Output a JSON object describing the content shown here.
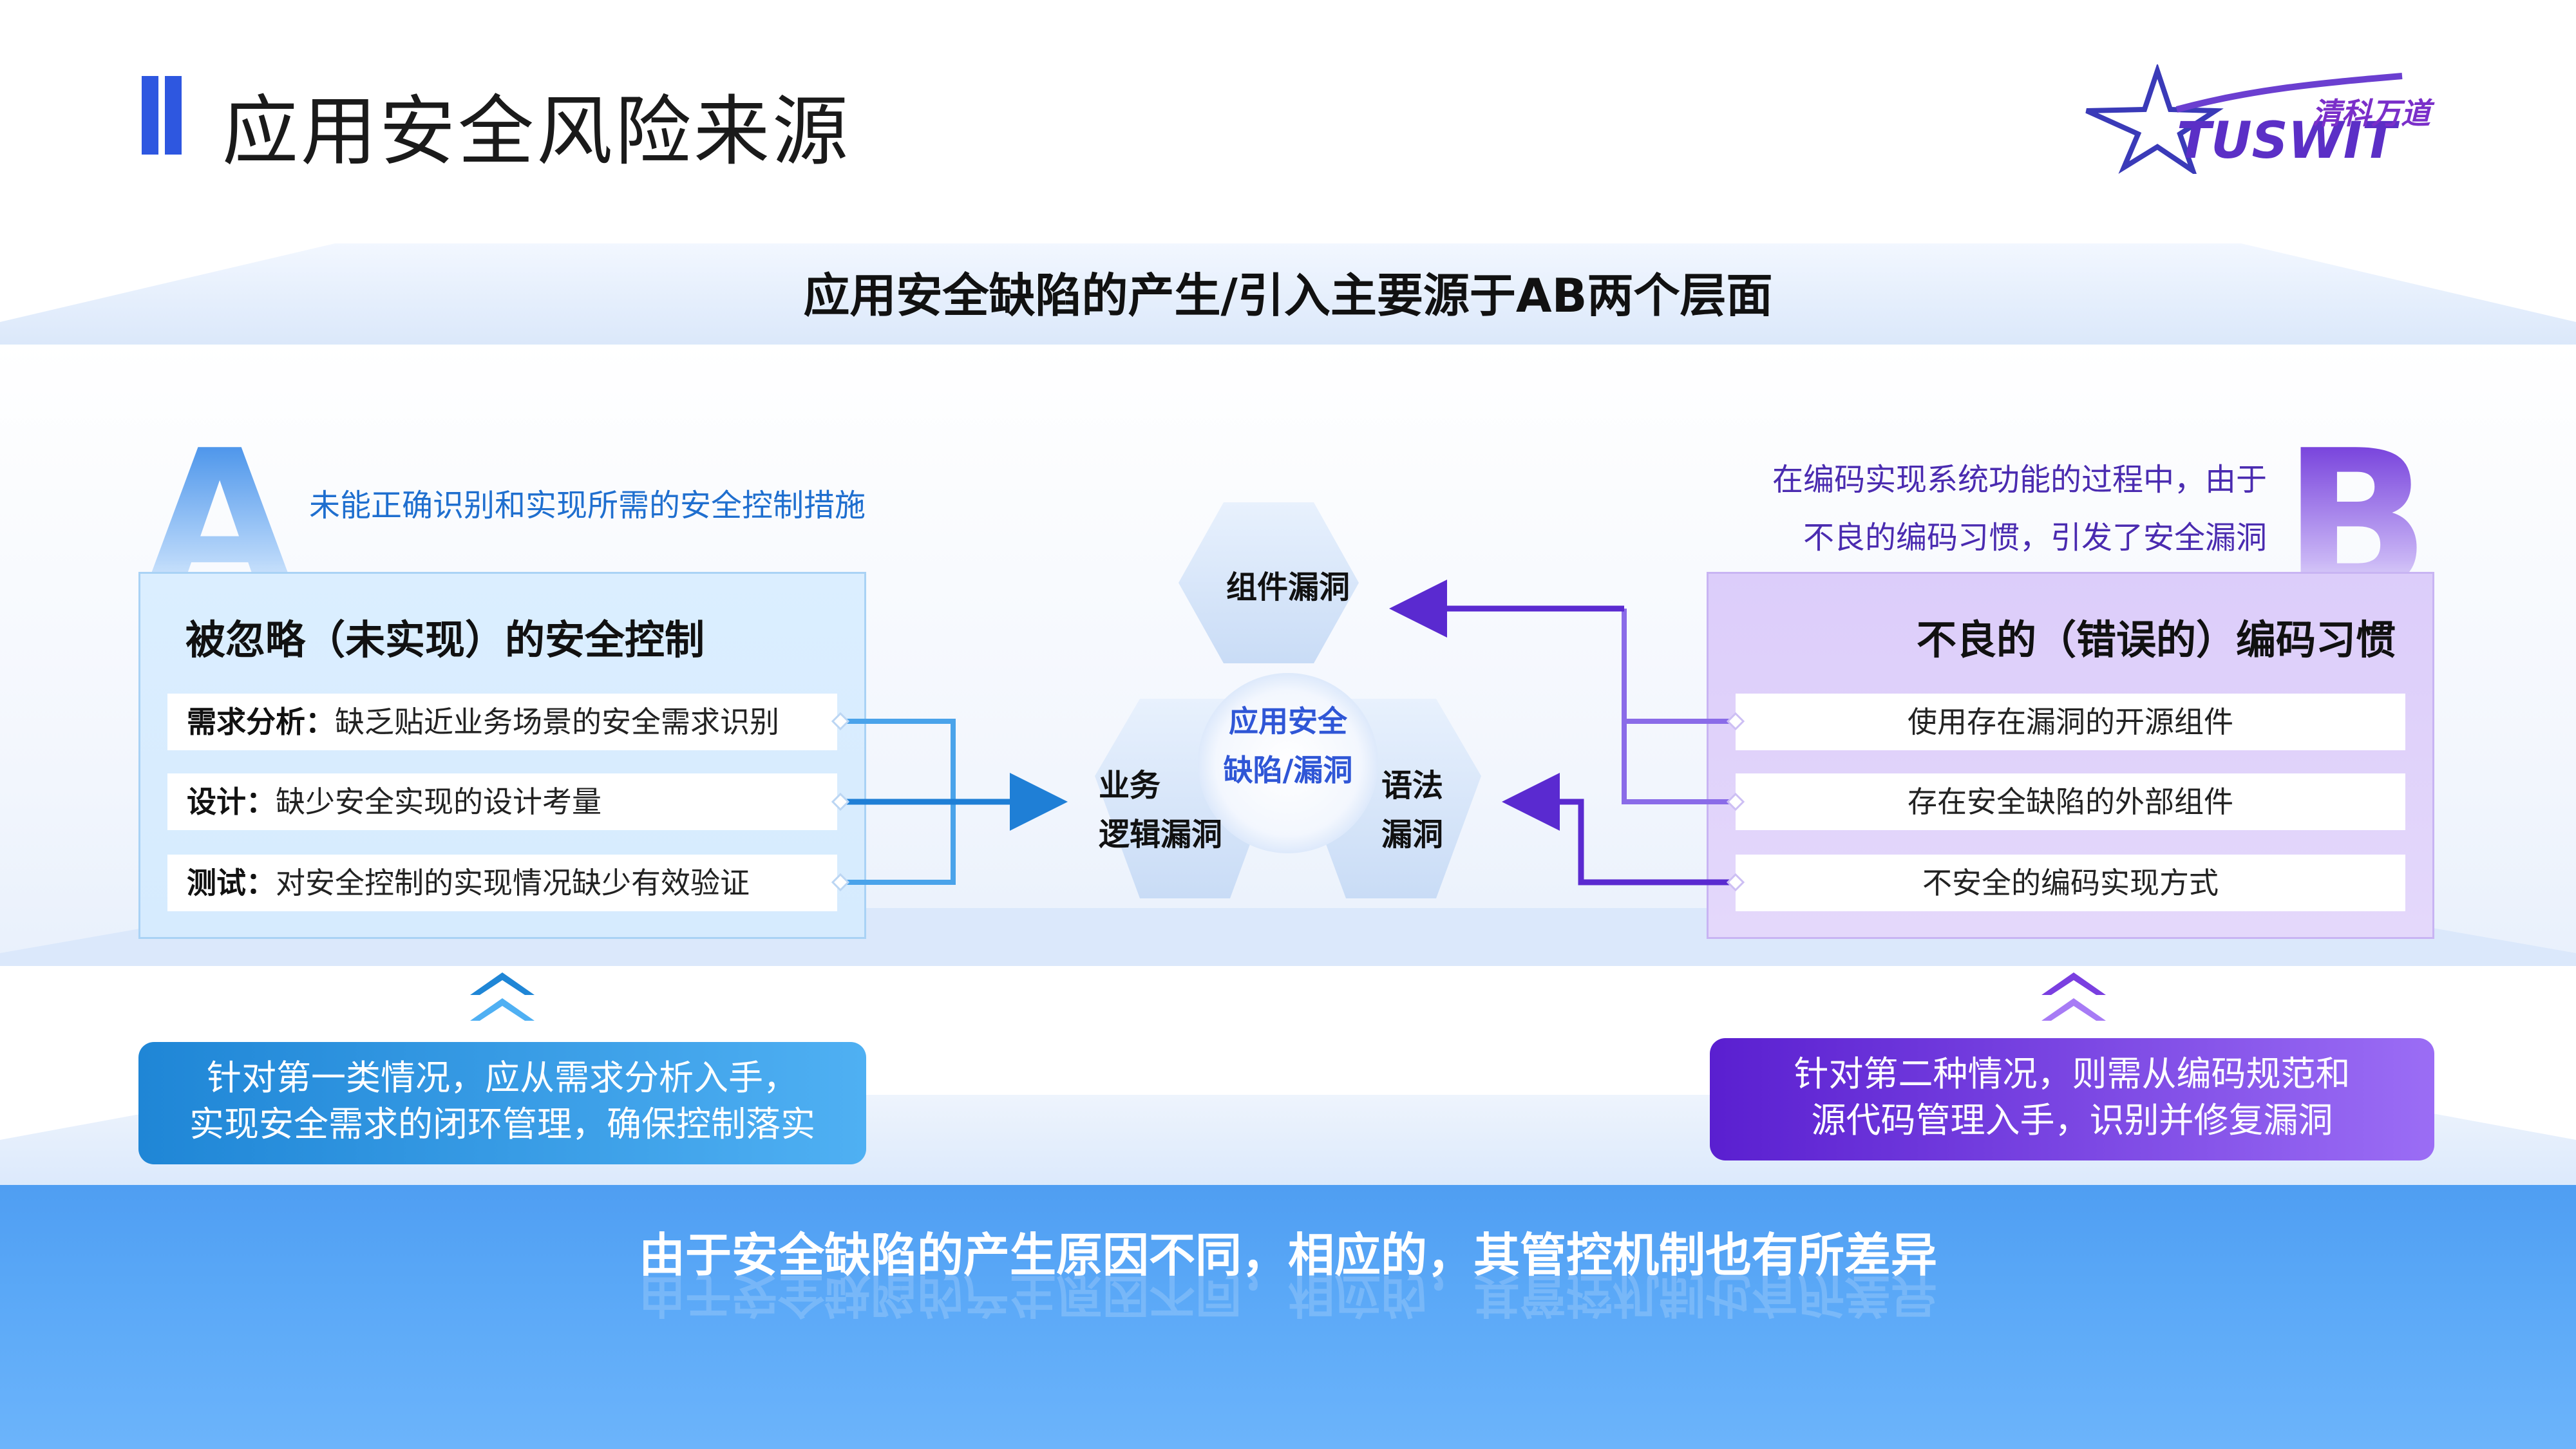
{
  "header": {
    "title": "应用安全风险来源",
    "logo_text_cn": "清科万道",
    "logo_text_en": "TUSWIT"
  },
  "headline": "应用安全缺陷的产生/引入主要源于AB两个层面",
  "panel_a": {
    "letter": "A",
    "description": "未能正确识别和实现所需的安全控制措施",
    "title": "被忽略（未实现）的安全控制",
    "rows": [
      {
        "label": "需求分析：",
        "text": "缺乏贴近业务场景的安全需求识别"
      },
      {
        "label": "设计：",
        "text": "缺少安全实现的设计考量"
      },
      {
        "label": "测试：",
        "text": "对安全控制的实现情况缺少有效验证"
      }
    ]
  },
  "panel_b": {
    "letter": "B",
    "description_line1": "在编码实现系统功能的过程中，由于",
    "description_line2": "不良的编码习惯，引发了安全漏洞",
    "title": "不良的（错误的）编码习惯",
    "rows": [
      "使用存在漏洞的开源组件",
      "存在安全缺陷的外部组件",
      "不安全的编码实现方式"
    ]
  },
  "center": {
    "hex_top": "组件漏洞",
    "hex_left_line1": "业务",
    "hex_left_line2": "逻辑漏洞",
    "hex_right_line1": "语法",
    "hex_right_line2": "漏洞",
    "core_line1": "应用安全",
    "core_line2": "缺陷/漏洞"
  },
  "callout_a": {
    "line1": "针对第一类情况，应从需求分析入手，",
    "line2": "实现安全需求的闭环管理，确保控制落实"
  },
  "callout_b": {
    "line1": "针对第二种情况，则需从编码规范和",
    "line2": "源代码管理入手，识别并修复漏洞"
  },
  "conclusion": "由于安全缺陷的产生原因不同，相应的，其管控机制也有所差异",
  "colors": {
    "accent_blue": "#2e57e0",
    "panel_a_blue": "#1f86d6",
    "panel_b_purple": "#5a1fd0",
    "bottom_band": "#5aa8f7"
  }
}
